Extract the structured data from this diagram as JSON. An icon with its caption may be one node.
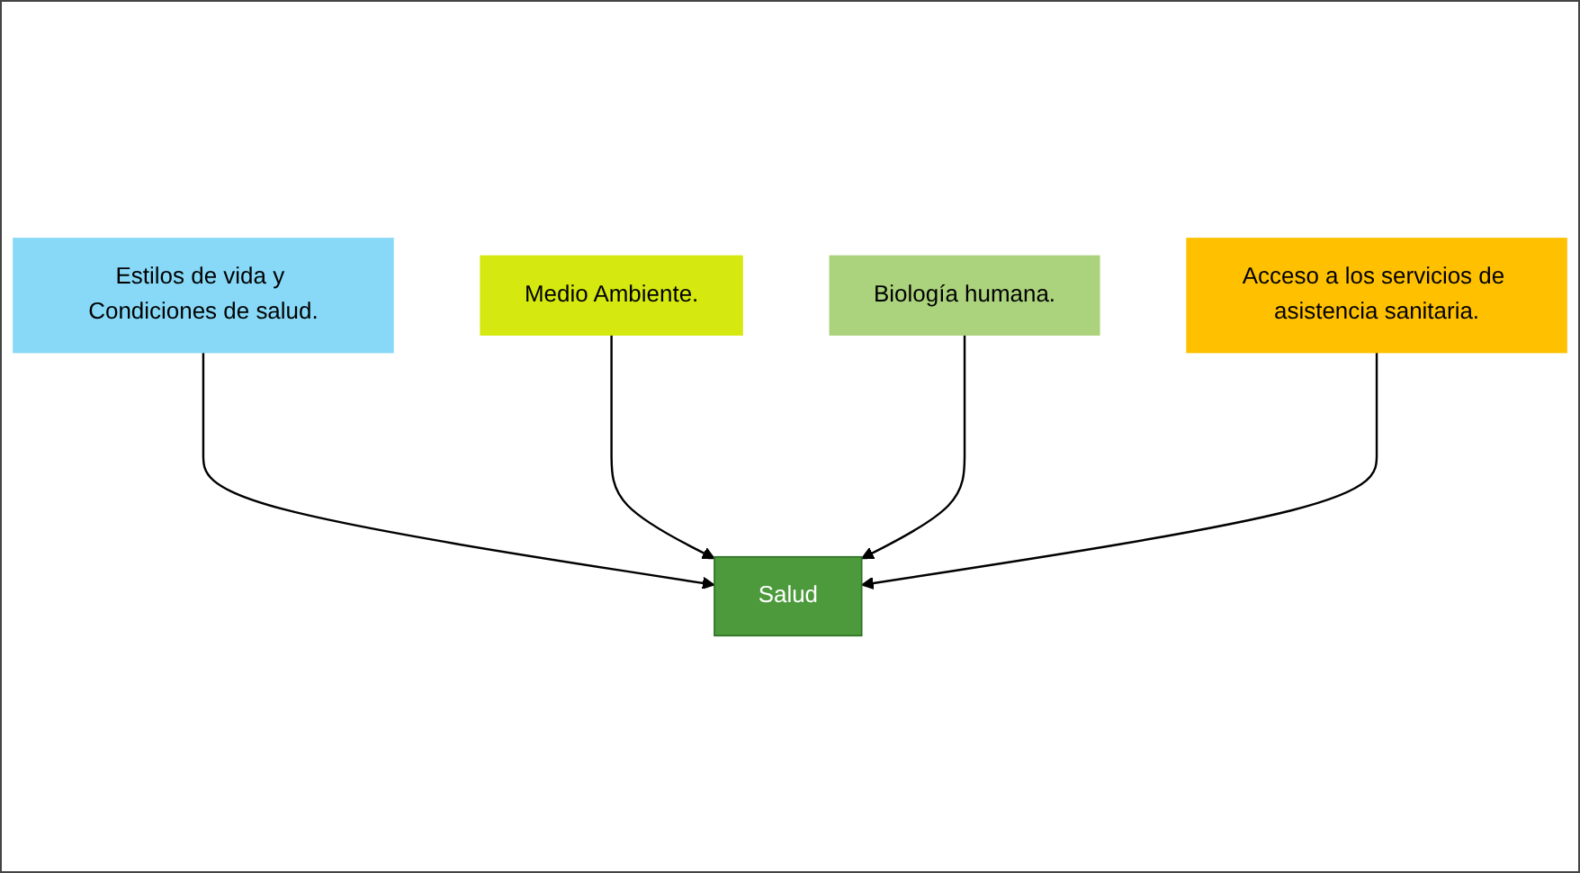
{
  "diagram": {
    "nodes": [
      {
        "text": [
          "Estilos de vida y Condiciones de salud."
        ]
      },
      {
        "text": [
          "Medio Ambiente."
        ]
      },
      {
        "text": [
          "Salud"
        ]
      },
      {
        "text": [
          "Biología humana."
        ]
      },
      {
        "text": [
          "Acceso a los servicios de asistencia sanitaria."
        ]
      }
    ],
    "edges": [
      {
        "from": 0,
        "to": 2,
        "arrow": "to"
      },
      {
        "from": 1,
        "to": 2,
        "arrow": "to"
      },
      {
        "from": 3,
        "to": 2,
        "arrow": "to"
      },
      {
        "from": 4,
        "to": 2,
        "arrow": "to"
      }
    ]
  }
}
